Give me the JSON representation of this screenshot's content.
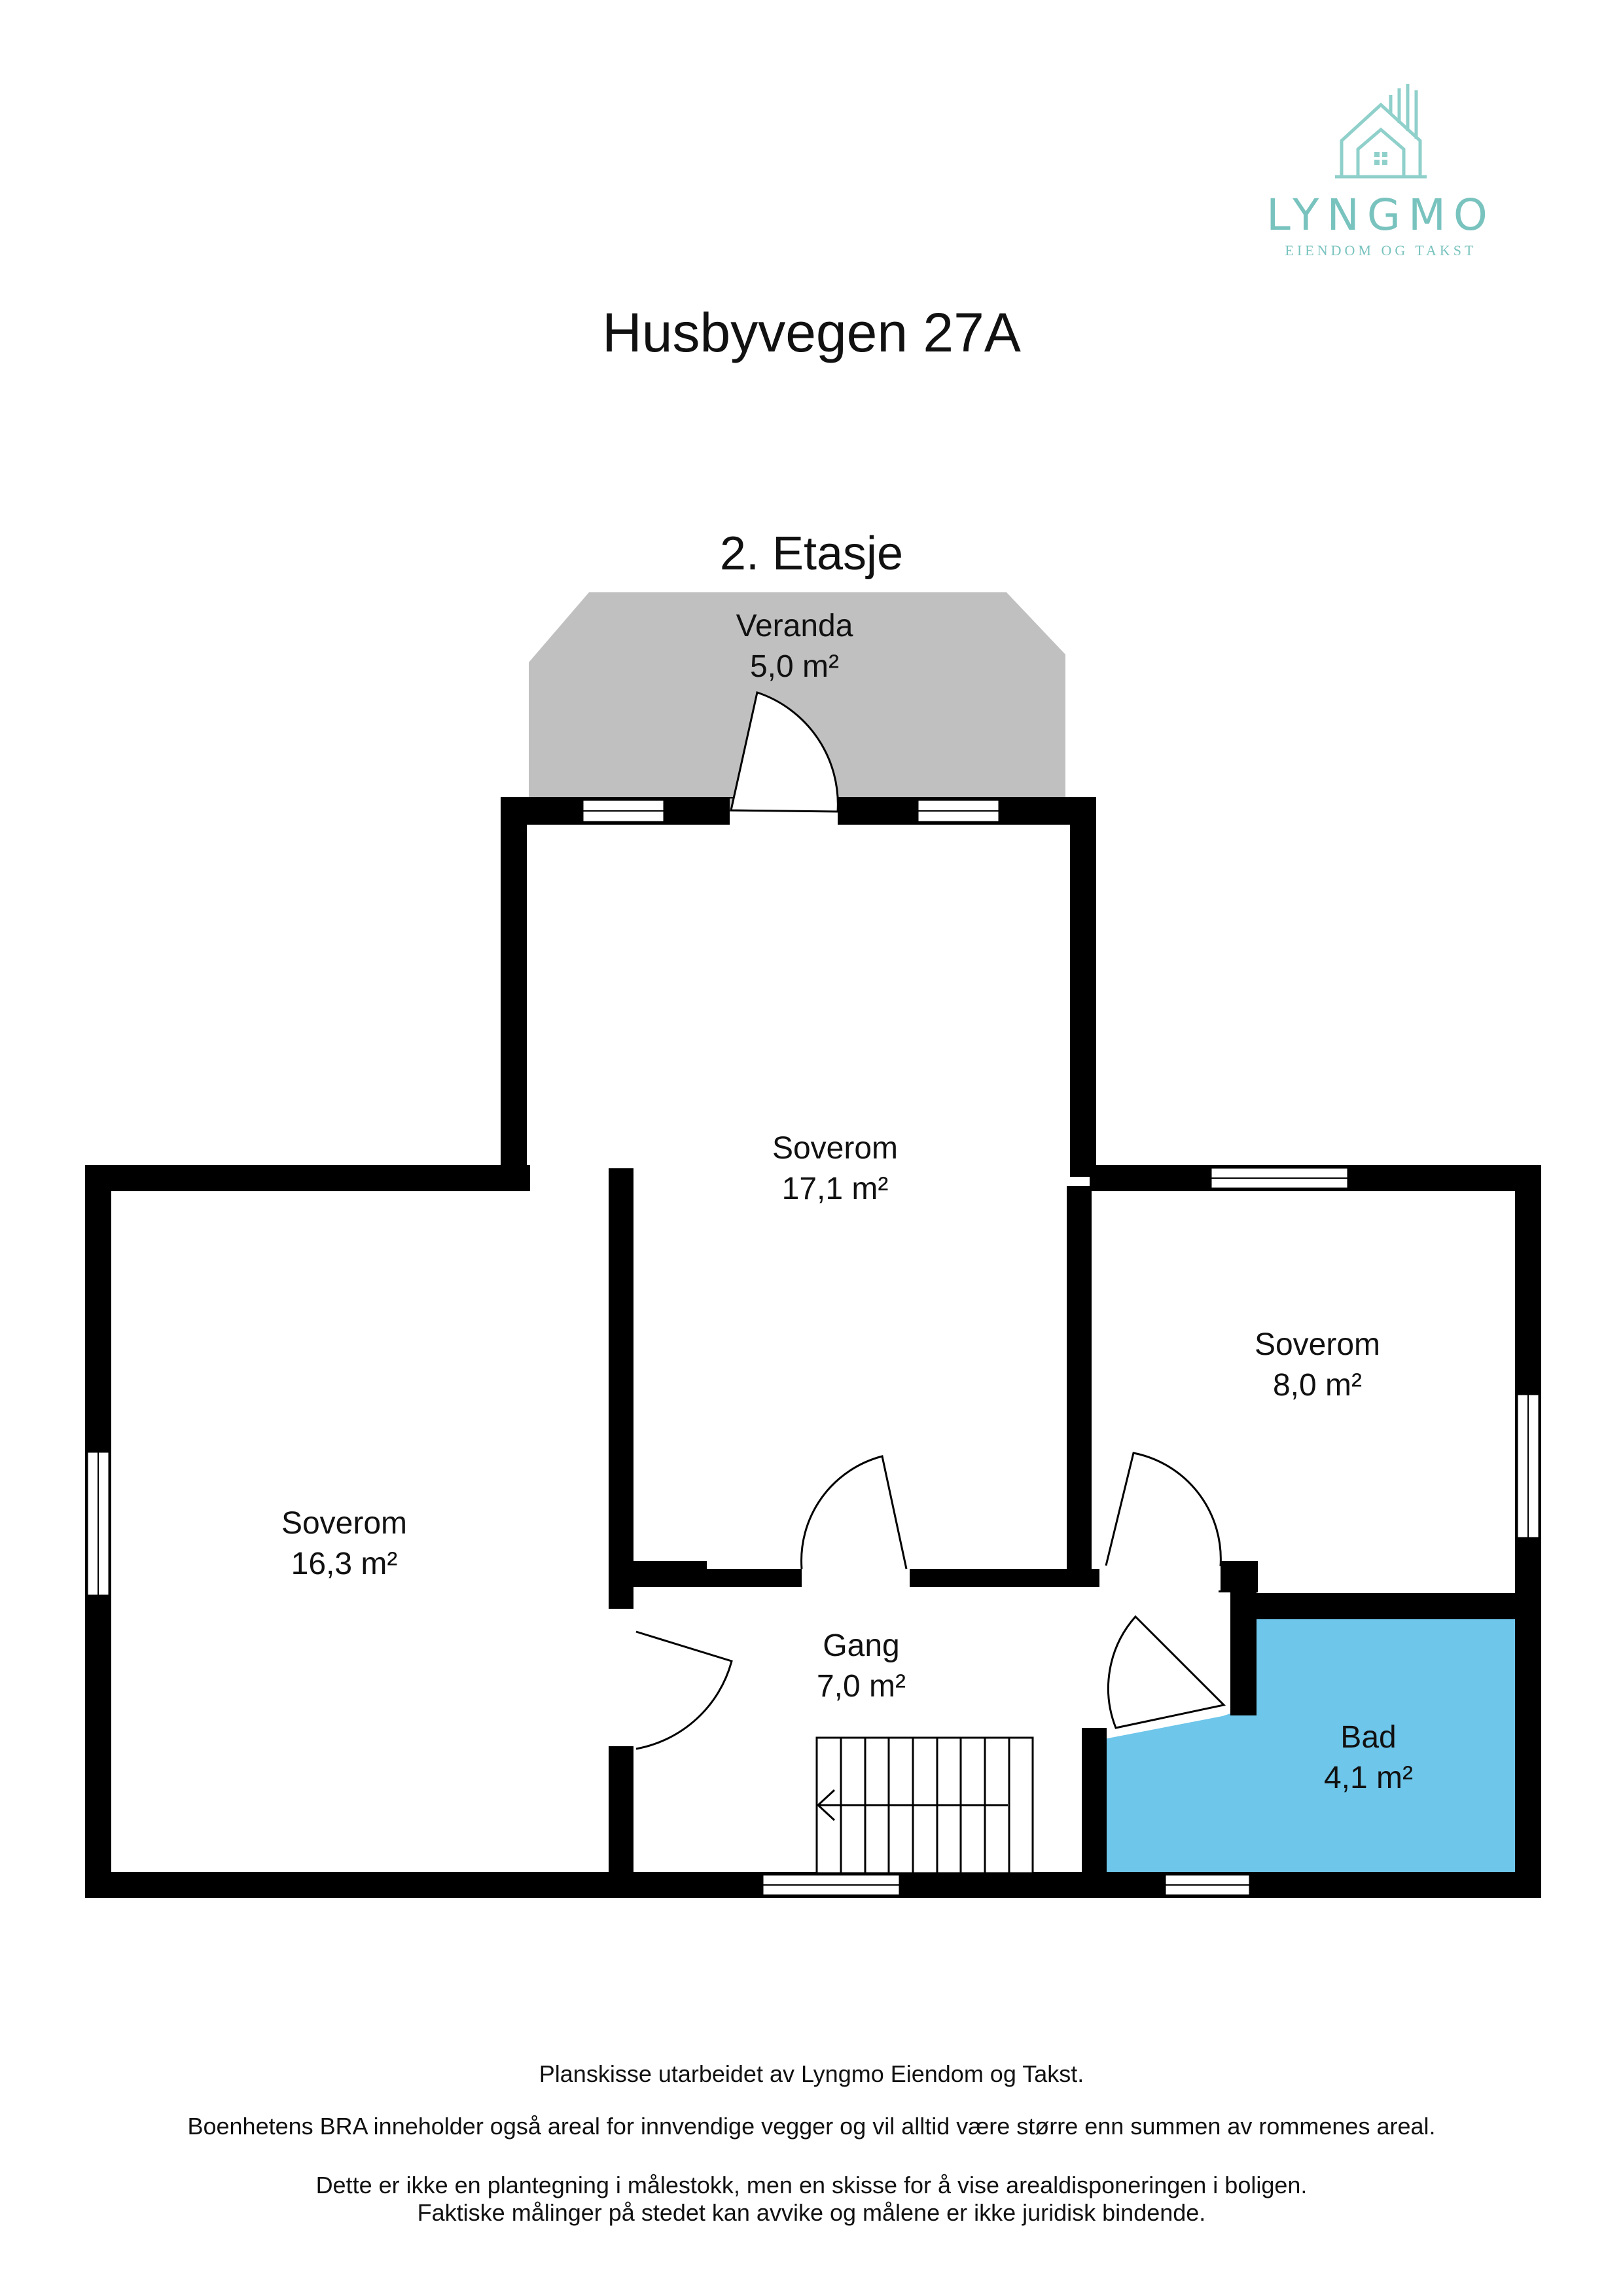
{
  "logo": {
    "name": "LYNGMO",
    "tagline": "EIENDOM OG TAKST",
    "icon": "house-icon"
  },
  "title": "Husbyvegen 27A",
  "floor": "2. Etasje",
  "rooms": {
    "veranda": {
      "name": "Veranda",
      "area": "5,0 m²",
      "color": "#c0c0c0"
    },
    "soverom_large": {
      "name": "Soverom",
      "area": "17,1 m²"
    },
    "soverom_left": {
      "name": "Soverom",
      "area": "16,3 m²"
    },
    "soverom_right": {
      "name": "Soverom",
      "area": "8,0 m²"
    },
    "gang": {
      "name": "Gang",
      "area": "7,0 m²"
    },
    "bad": {
      "name": "Bad",
      "area": "4,1 m²",
      "color": "#6ec6ea"
    }
  },
  "footer": {
    "line1": "Planskisse utarbeidet av Lyngmo Eiendom og Takst.",
    "line2": "Boenhetens BRA inneholder også areal for innvendige vegger og vil alltid være større enn summen av rommenes areal.",
    "line3": "Dette er ikke en plantegning i målestokk, men en skisse for å vise  arealdisponeringen i boligen.",
    "line4": "Faktiske målinger på stedet kan avvike og målene er ikke juridisk bindende."
  }
}
